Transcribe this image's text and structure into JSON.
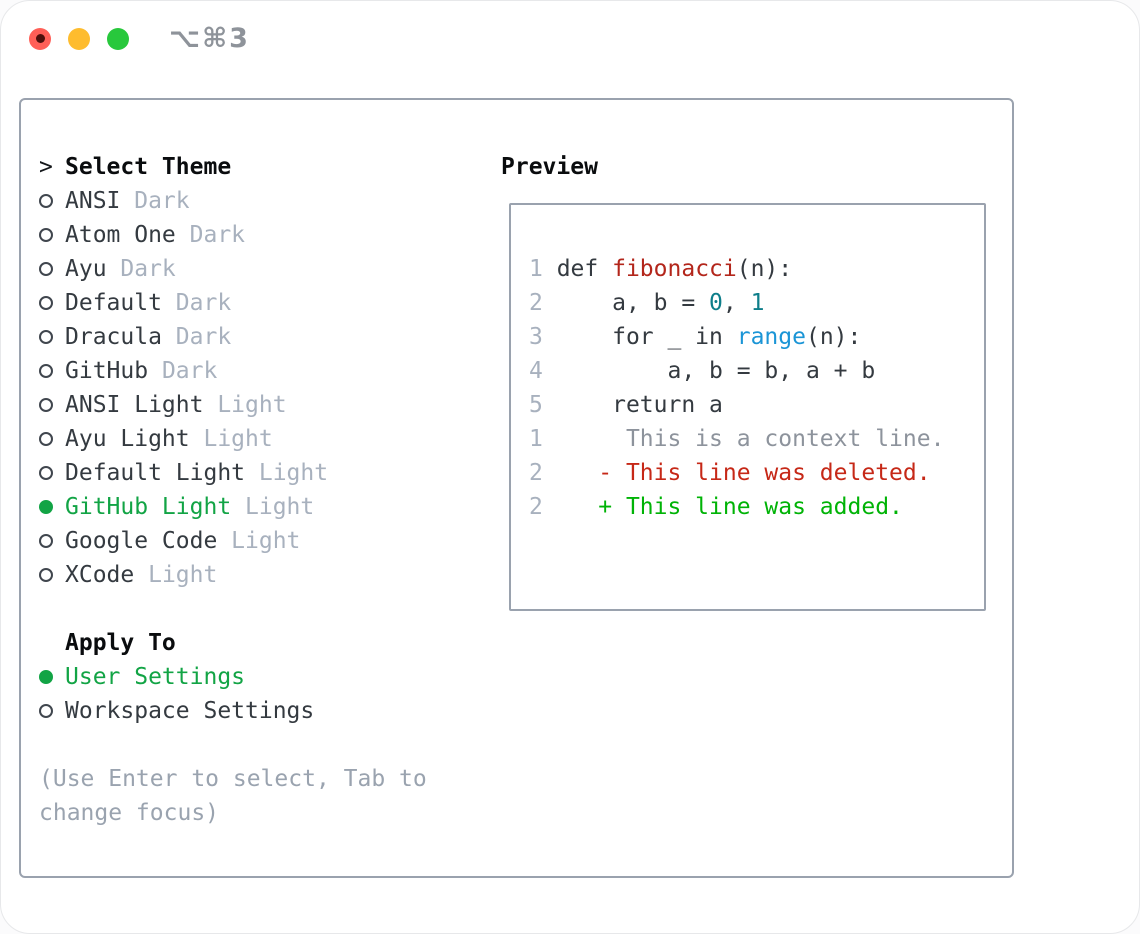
{
  "window": {
    "title": "⌥⌘3",
    "traffic_lights": {
      "close": "#ff5f57",
      "minimize": "#febc2e",
      "zoom": "#28c83c"
    }
  },
  "theme_panel": {
    "header": {
      "prefix": ">",
      "label": "Select Theme"
    },
    "themes": [
      {
        "name": "ANSI",
        "tag": "Dark",
        "selected": false
      },
      {
        "name": "Atom One",
        "tag": "Dark",
        "selected": false
      },
      {
        "name": "Ayu",
        "tag": "Dark",
        "selected": false
      },
      {
        "name": "Default",
        "tag": "Dark",
        "selected": false
      },
      {
        "name": "Dracula",
        "tag": "Dark",
        "selected": false
      },
      {
        "name": "GitHub",
        "tag": "Dark",
        "selected": false
      },
      {
        "name": "ANSI Light",
        "tag": "Light",
        "selected": false
      },
      {
        "name": "Ayu Light",
        "tag": "Light",
        "selected": false
      },
      {
        "name": "Default Light",
        "tag": "Light",
        "selected": false
      },
      {
        "name": "GitHub Light",
        "tag": "Light",
        "selected": true
      },
      {
        "name": "Google Code",
        "tag": "Light",
        "selected": false
      },
      {
        "name": "XCode",
        "tag": "Light",
        "selected": false
      }
    ],
    "apply_to": {
      "header": "Apply To",
      "options": [
        {
          "name": "User Settings",
          "selected": true
        },
        {
          "name": "Workspace Settings",
          "selected": false
        }
      ]
    },
    "help_lines": [
      "(Use Enter to select, Tab to",
      "change focus)"
    ]
  },
  "preview": {
    "title": "Preview",
    "code_lines": [
      {
        "num": "1",
        "tokens": [
          {
            "t": " def "
          },
          {
            "t": "fibonacci"
          },
          {
            "t": "(n):"
          }
        ]
      },
      {
        "num": "2",
        "tokens": [
          {
            "t": "     a, b = "
          },
          {
            "t": "0"
          },
          {
            "t": ", "
          },
          {
            "t": "1"
          }
        ]
      },
      {
        "num": "3",
        "tokens": [
          {
            "t": "     for _ in "
          },
          {
            "t": "range"
          },
          {
            "t": "(n):"
          }
        ]
      },
      {
        "num": "4",
        "tokens": [
          {
            "t": "         a, b = b, a + b"
          }
        ]
      },
      {
        "num": "5",
        "tokens": [
          {
            "t": "     return a"
          }
        ]
      },
      {
        "num": "",
        "tokens": [
          {
            "t": ""
          }
        ]
      },
      {
        "num": "1",
        "tokens": [
          {
            "t": "      This is a context line."
          }
        ]
      },
      {
        "num": "2",
        "tokens": [
          {
            "t": "    "
          },
          {
            "t": "- This line was deleted."
          }
        ]
      },
      {
        "num": "2",
        "tokens": [
          {
            "t": "    "
          },
          {
            "t": "+ This line was added."
          }
        ]
      }
    ]
  },
  "colors": {
    "selection_green": "#12a445",
    "added_green": "#00b306",
    "deleted_red": "#c62817",
    "function_red": "#b3261b",
    "number_teal": "#0e7e8a",
    "call_blue": "#1b95d6",
    "muted_gray": "#a8b1be",
    "help_gray": "#9aa3af",
    "border_gray": "#9aa2ae",
    "text_dark": "#343a40"
  }
}
